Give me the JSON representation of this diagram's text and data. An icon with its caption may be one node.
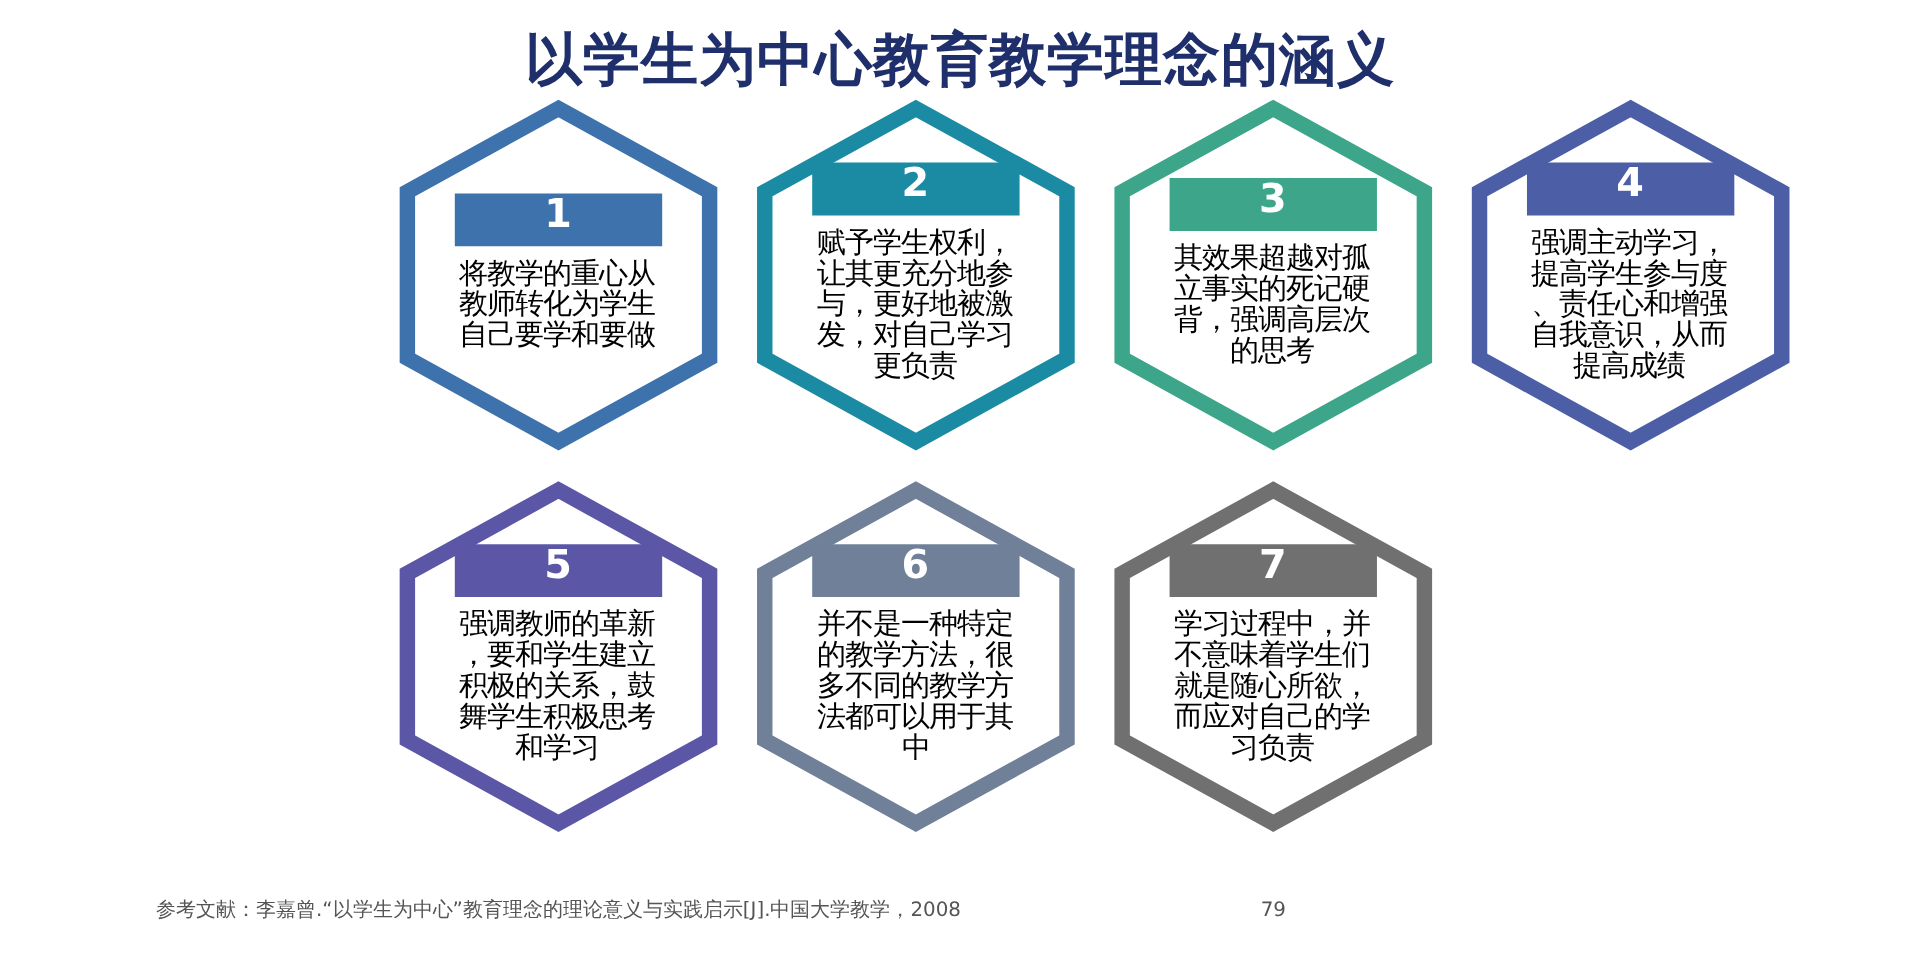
{
  "diagram": {
    "title": "以学生为中心教育教学理念的涵义",
    "nodes": [
      {
        "text": [
          "1",
          "将教学的重心从教师转化为学生自己要学和要做"
        ]
      },
      {
        "text": [
          "2",
          "赋予学生权利，让其更充分地参与，更好地被激发，对自己学习更负责"
        ]
      },
      {
        "text": [
          "3",
          "其效果超越对孤立事实的死记硬背，强调高层次的思考"
        ]
      },
      {
        "text": [
          "4",
          "强调主动学习，提高学生参与度、责任心和增强自我意识，从而提高成绩"
        ]
      },
      {
        "text": [
          "5",
          "强调教师的革新，要和学生建立积极的关系，鼓舞学生积极思考和学习"
        ]
      },
      {
        "text": [
          "6",
          "并不是一种特定的教学方法，很多不同的教学方法都可以用于其中"
        ]
      },
      {
        "text": [
          "7",
          "学习过程中，并不意味着学生们就是随心所欲，而应对自己的学习负责"
        ]
      }
    ],
    "edges": [],
    "labels": [
      "参考文献：李嘉曾.“以学生为中心”教育理念的理论意义与实践启示[J].中国大学教学，2008",
      "79"
    ]
  }
}
